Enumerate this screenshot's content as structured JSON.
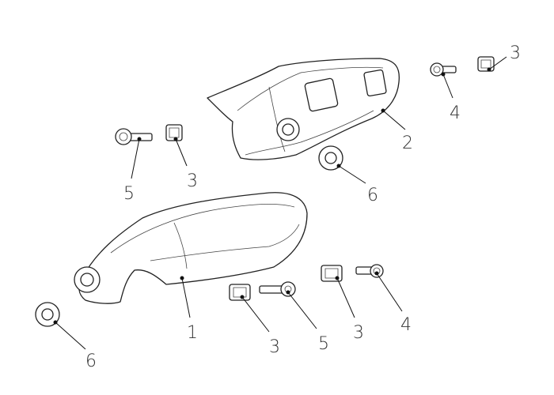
{
  "diagram": {
    "labels": {
      "part1": "1",
      "part2": "2",
      "part3_top_right": "3",
      "part3_left": "3",
      "part3_bottom_a": "3",
      "part3_bottom_b": "3",
      "part4_top": "4",
      "part4_bottom": "4",
      "part5_left": "5",
      "part5_bottom": "5",
      "part6_right": "6",
      "part6_left": "6"
    },
    "colors": {
      "line": "#222222",
      "background": "#ffffff"
    }
  }
}
